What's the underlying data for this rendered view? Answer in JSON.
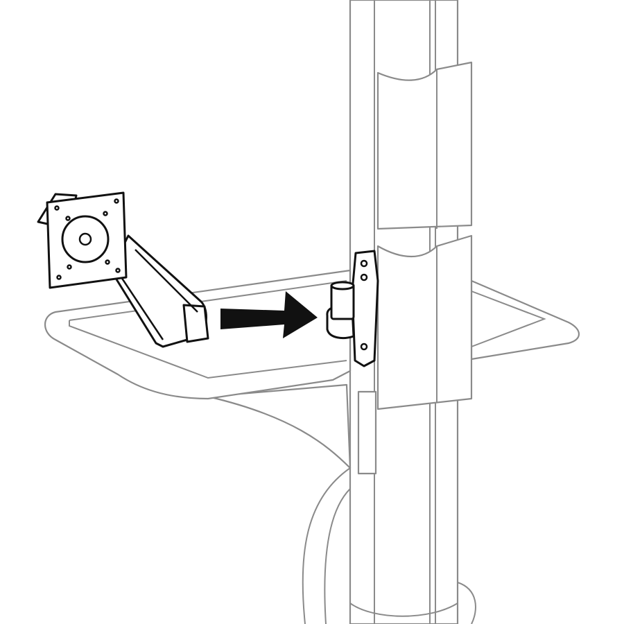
{
  "diagram": {
    "kind": "installation-step illustration",
    "colors": {
      "background": "#ffffff",
      "cart_outline": "#8a8a8a",
      "highlight_outline": "#111111",
      "arrow": "#111111"
    },
    "parts": [
      "cart-pole",
      "work-surface",
      "cable-channel-covers",
      "monitor-arm",
      "vesa-plate",
      "pole-mount-bracket",
      "direction-arrow"
    ]
  }
}
